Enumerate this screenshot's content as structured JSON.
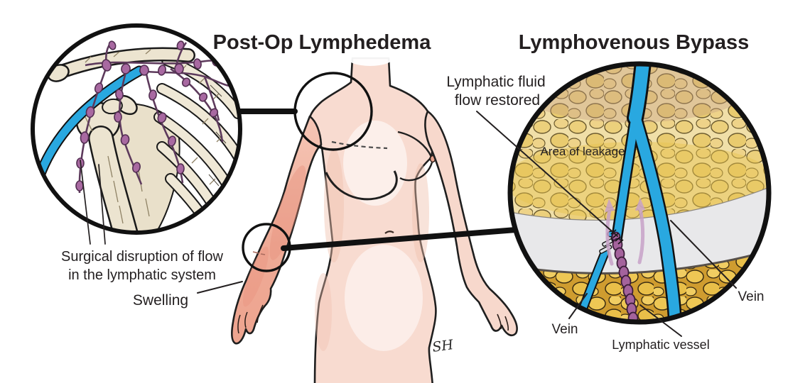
{
  "titles": {
    "left": "Post-Op Lymphedema",
    "right": "Lymphovenous Bypass"
  },
  "left_panel": {
    "disruption_label_line1": "Surgical disruption of flow",
    "disruption_label_line2": "in the lymphatic system",
    "swelling_label": "Swelling"
  },
  "right_panel": {
    "restored_label_line1": "Lymphatic fluid",
    "restored_label_line2": "flow restored",
    "leakage_label": "Area of leakage",
    "vein_label_left": "Vein",
    "vein_label_right": "Vein",
    "lymphatic_vessel_label": "Lymphatic vessel"
  },
  "signature": "SH",
  "colors": {
    "vein_blue": "#29a8e0",
    "lymph_node_purple": "#a869a1",
    "lymph_vessel_purple": "#a4639c",
    "lymph_outline": "#3a1c38",
    "fat_gold": "#e9c24d",
    "fascia_gray": "#e8e8ea",
    "skin": "#f8dbd0",
    "swollen_skin": "#efae9c",
    "flow_arrow_pink": "#c8a2c8",
    "bone_cream": "#ece4d0",
    "outline": "#1a1a1a"
  }
}
